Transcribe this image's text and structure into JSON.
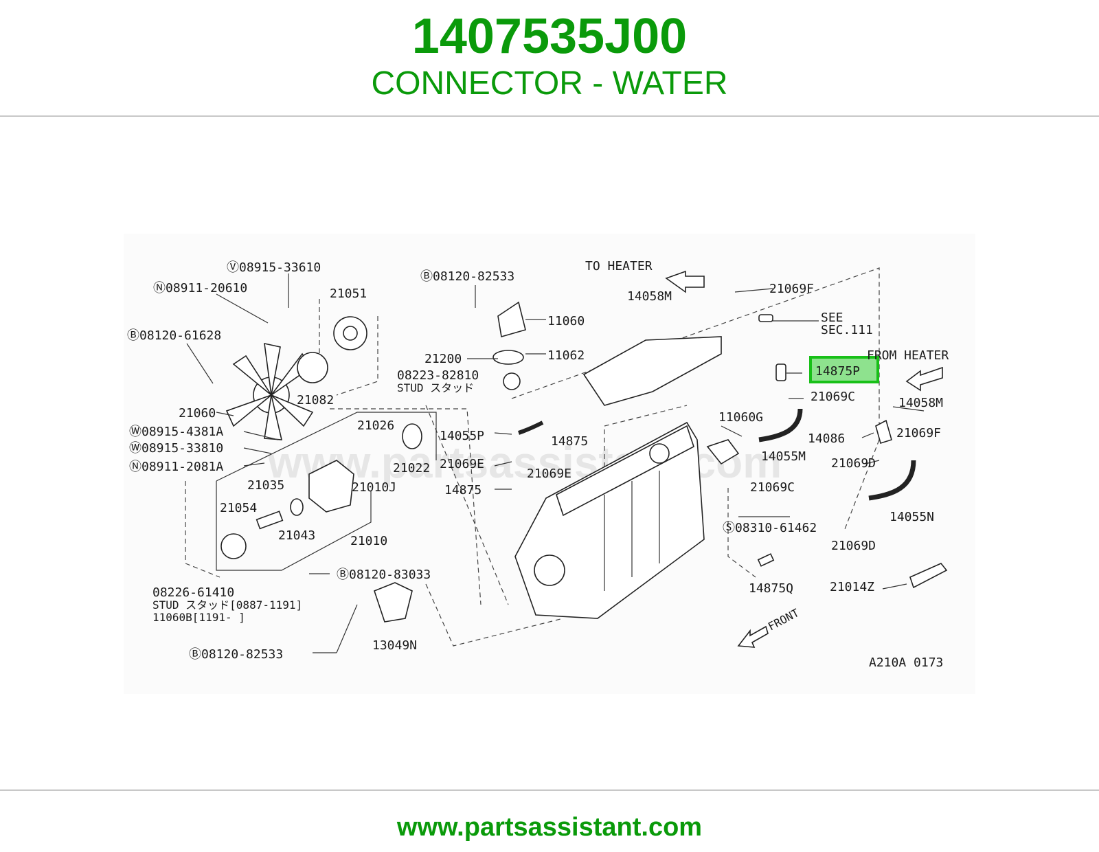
{
  "header": {
    "part_number": "1407535J00",
    "part_description": "CONNECTOR - WATER"
  },
  "colors": {
    "brand_green": "#0a9a0a",
    "highlight_fill": "#8ee28e",
    "highlight_border": "#18c018",
    "divider": "#c8c8c8"
  },
  "diagram": {
    "watermark": "www.partsassistant.com",
    "drawing_code": "A210A 0173",
    "highlighted_label": "14875P",
    "callouts": {
      "c1": "Ⓥ08915-33610",
      "c2": "Ⓝ08911-20610",
      "c3": "21051",
      "c4": "Ⓑ08120-61628",
      "c5": "21082",
      "c6": "21060",
      "c7": "Ⓦ08915-4381A",
      "c8": "Ⓦ08915-33810",
      "c9": "Ⓝ08911-2081A",
      "c10": "Ⓑ08120-82533",
      "c11": "11060",
      "c12": "11062",
      "c13": "21200",
      "c14": "08223-82810",
      "c15": "STUD スタッド",
      "c16": "21026",
      "c17": "21022",
      "c18": "21010J",
      "c19": "21035",
      "c20": "21054",
      "c21": "21043",
      "c22": "21010",
      "c23": "08226-61410",
      "c24": "STUD スタッド[0887-1191]",
      "c25": "11060B[1191-     ]",
      "c26": "Ⓑ08120-83033",
      "c27": "13049N",
      "c28": "Ⓑ08120-82533",
      "c29": "TO HEATER",
      "c30": "14058M",
      "c31": "21069F",
      "c32": "SEE",
      "c33": "SEC.111",
      "c34": "FROM HEATER",
      "c35": "21069C",
      "c36": "14058M",
      "c37": "11060G",
      "c38": "14086",
      "c39": "21069F",
      "c40": "14055P",
      "c41": "14875",
      "c42": "14055M",
      "c43": "21069E",
      "c44": "21069E",
      "c45": "21069D",
      "c46": "14875",
      "c47": "21069C",
      "c48": "14055N",
      "c49": "Ⓢ08310-61462",
      "c50": "21069D",
      "c51": "14875Q",
      "c52": "21014Z",
      "c53": "FRONT"
    }
  },
  "footer": {
    "url": "www.partsassistant.com"
  }
}
